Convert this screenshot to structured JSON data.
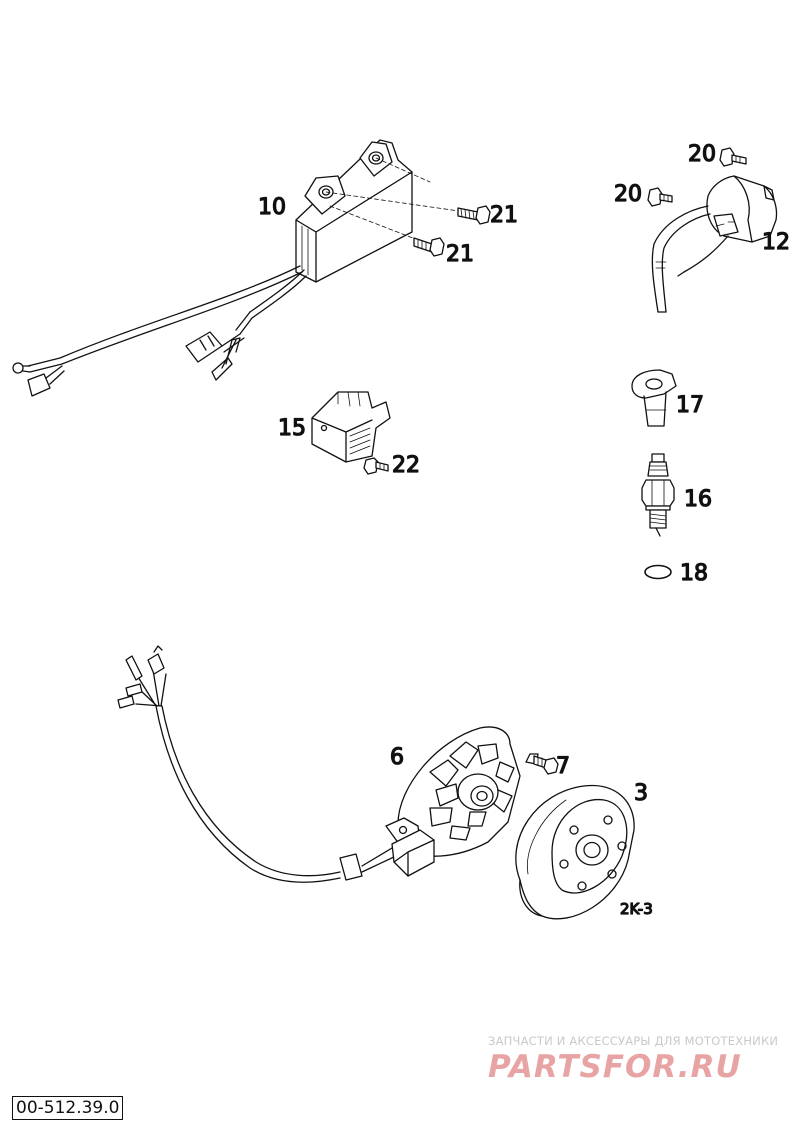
{
  "callouts": {
    "cdi_unit": "10",
    "bolt_21_upper": "21",
    "bolt_21_lower": "21",
    "bolt_20_upper": "20",
    "bolt_20_lower": "20",
    "ignition_coil": "12",
    "voltage_regulator": "15",
    "bolt_22": "22",
    "spark_plug_cap": "17",
    "spark_plug": "16",
    "o_ring": "18",
    "stator": "6",
    "bolt_7": "7",
    "flywheel": "3"
  },
  "flywheel_label": "2K-3",
  "watermark": {
    "caption": "ЗАПЧАСТИ И АКСЕССУАРЫ ДЛЯ МОТОТЕХНИКИ",
    "logo": "PARTSFOR.RU",
    "color": "#e8a4a4"
  },
  "document_number": "00-512.39.0"
}
